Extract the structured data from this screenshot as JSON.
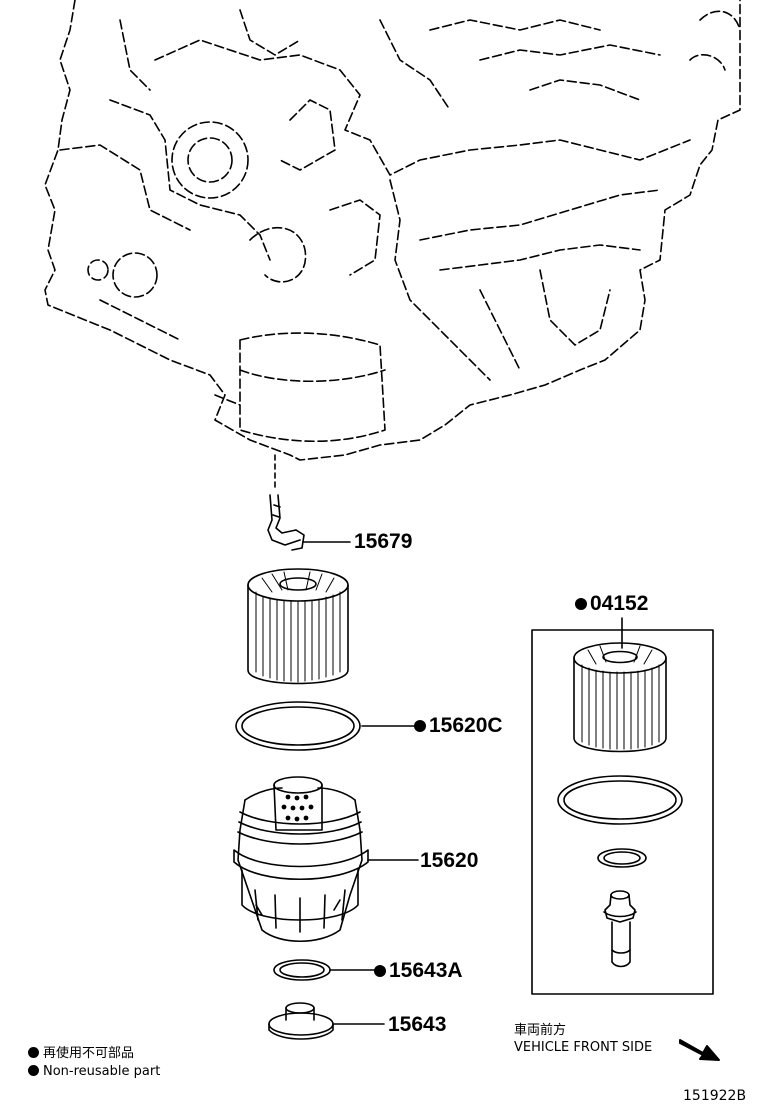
{
  "parts": {
    "p15679": "15679",
    "p04152": "04152",
    "p15620C": "15620C",
    "p15620": "15620",
    "p15643A": "15643A",
    "p15643": "15643"
  },
  "legend": {
    "jp": "再使用不可部品",
    "en": "Non-reusable part"
  },
  "direction": {
    "jp": "車両前方",
    "en": "VEHICLE FRONT SIDE"
  },
  "figure_id": "151922B"
}
